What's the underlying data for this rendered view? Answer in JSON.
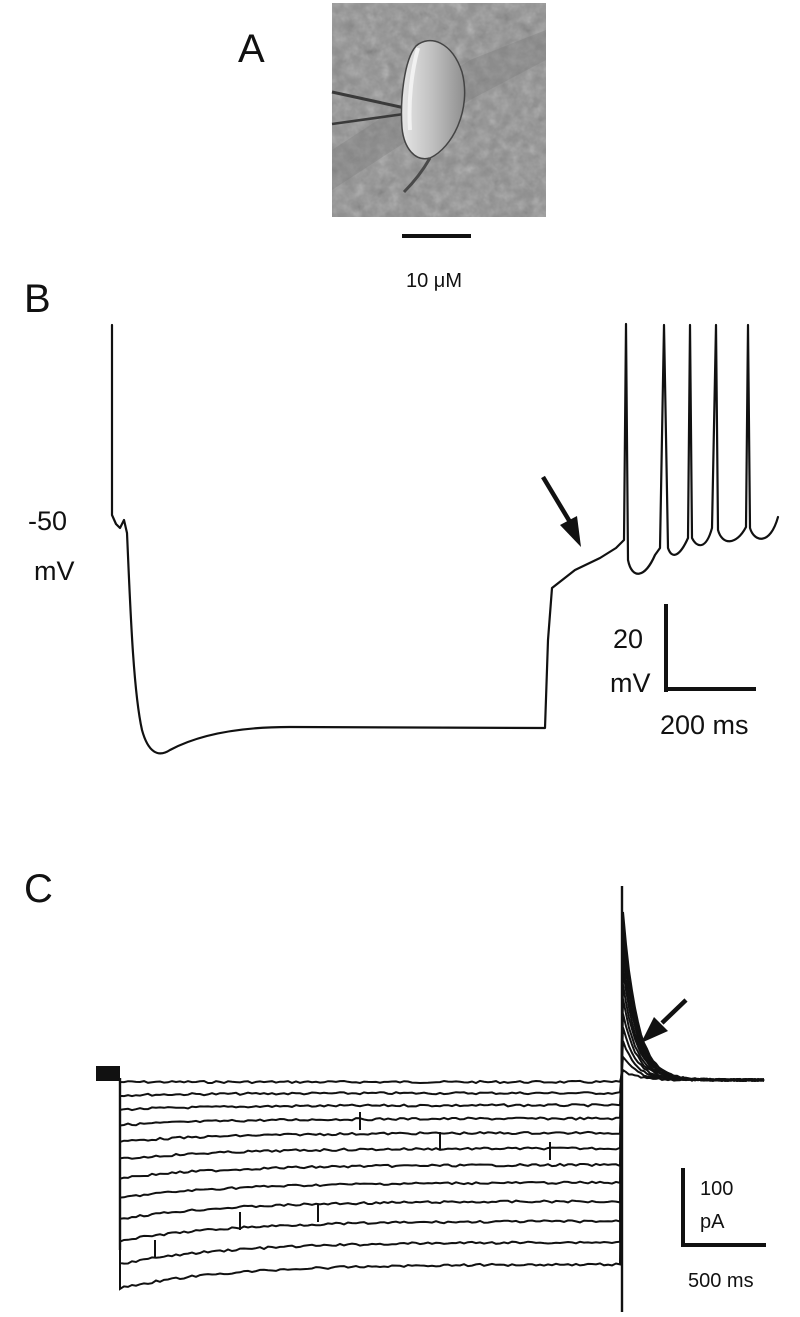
{
  "panel_a": {
    "label": "A",
    "scale_bar_label": "10 μM"
  },
  "panel_b": {
    "label": "B",
    "voltage_marker_value": "-50",
    "voltage_marker_unit": "mV",
    "scale_bar_y_value": "20",
    "scale_bar_y_unit": "mV",
    "scale_bar_x_label": "200 ms"
  },
  "panel_c": {
    "label": "C",
    "scale_bar_y_value": "100",
    "scale_bar_y_unit": "pA",
    "scale_bar_x_label": "500 ms"
  },
  "colors": {
    "trace": "#111111",
    "background": "#ffffff"
  }
}
